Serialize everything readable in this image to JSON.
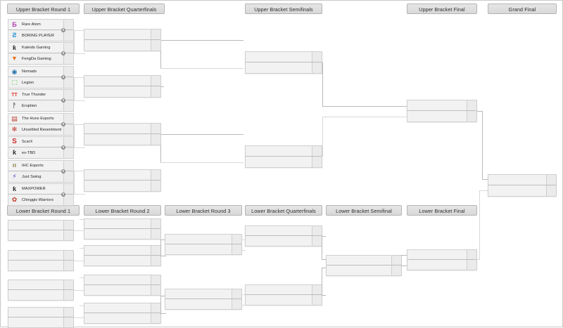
{
  "title": "Double Elimination Tournament Bracket",
  "theme": {
    "page_bg": "#ffffff",
    "header_bg": "#e0e0e0",
    "header_border": "#b4b4b4",
    "match_bg": "#f2f2f2",
    "match_border": "#cfcfcf",
    "line": "#b9b9b9",
    "text": "#1d1d1d"
  },
  "upper_bracket": {
    "rounds": [
      {
        "id": "ub-r1",
        "label": "Upper Bracket Round 1"
      },
      {
        "id": "ub-qf",
        "label": "Upper Bracket Quarterfinals"
      },
      {
        "id": "ub-sf",
        "label": "Upper Bracket Semifinals"
      },
      {
        "id": "ub-f",
        "label": "Upper Bracket Final"
      },
      {
        "id": "grand-f",
        "label": "Grand Final"
      }
    ]
  },
  "lower_bracket": {
    "rounds": [
      {
        "id": "lb-r1",
        "label": "Lower Bracket Round 1"
      },
      {
        "id": "lb-r2",
        "label": "Lower Bracket Round 2"
      },
      {
        "id": "lb-r3",
        "label": "Lower Bracket Round 3"
      },
      {
        "id": "lb-qf",
        "label": "Lower Bracket Quarterfinals"
      },
      {
        "id": "lb-sf",
        "label": "Lower Bracket Semifinal"
      },
      {
        "id": "lb-f",
        "label": "Lower Bracket Final"
      }
    ]
  },
  "round1_matches": [
    {
      "id": "m1",
      "info": "0",
      "teams": [
        {
          "name": "Rare Atom",
          "logo": "rare-atom-logo",
          "glyph": "Б",
          "color": "#b13fb1",
          "score": ""
        },
        {
          "name": "BORING PLAYER",
          "logo": "boring-player-logo",
          "glyph": "Ƨ",
          "color": "#1b1b1b",
          "score": ""
        }
      ]
    },
    {
      "id": "m2",
      "info": "0",
      "teams": [
        {
          "name": "Kaleido Gaming",
          "logo": "kaleido-gaming-logo",
          "glyph": "ƙ",
          "color": "#2b2b2b",
          "score": ""
        },
        {
          "name": "FengDa Gaming",
          "logo": "fengda-gaming-logo",
          "glyph": "▼",
          "color": "#e8701a",
          "score": ""
        }
      ]
    },
    {
      "id": "m3",
      "info": "0",
      "teams": [
        {
          "name": "Nomads",
          "logo": "nomads-logo",
          "glyph": "◉",
          "color": "#1e6fa8",
          "score": ""
        },
        {
          "name": "Legion",
          "logo": "legion-logo",
          "glyph": "⬚",
          "color": "#33cc33",
          "score": ""
        }
      ]
    },
    {
      "id": "m4",
      "info": "0",
      "teams": [
        {
          "name": "True Thunder",
          "logo": "true-thunder-logo",
          "glyph": "TT",
          "color": "#e03a2f",
          "score": ""
        },
        {
          "name": "Eruption",
          "logo": "eruption-logo",
          "glyph": "ᚨ",
          "color": "#5a5a5a",
          "score": ""
        }
      ]
    },
    {
      "id": "m5",
      "info": "0",
      "teams": [
        {
          "name": "The Huns Esports",
          "logo": "the-huns-esports-logo",
          "glyph": "▤",
          "color": "#c0392b",
          "score": ""
        },
        {
          "name": "Unsettled Resentment",
          "logo": "unsettled-resentment-logo",
          "glyph": "✻",
          "color": "#c0392b",
          "score": ""
        }
      ]
    },
    {
      "id": "m6",
      "info": "0",
      "teams": [
        {
          "name": "ScarX",
          "logo": "scarx-logo",
          "glyph": "S",
          "color": "#cc2b2b",
          "score": ""
        },
        {
          "name": "ex-TBD",
          "logo": "ex-tbd-logo",
          "glyph": "ƙ",
          "color": "#2b2b2b",
          "score": ""
        }
      ]
    },
    {
      "id": "m7",
      "info": "0",
      "teams": [
        {
          "name": "IHC Esports",
          "logo": "ihc-esports-logo",
          "glyph": "ⅠⅠ",
          "color": "#9a8a5a",
          "score": ""
        },
        {
          "name": "Just Swing",
          "logo": "just-swing-logo",
          "glyph": "⚡",
          "color": "#3b3bd0",
          "score": ""
        }
      ]
    },
    {
      "id": "m8",
      "info": "0",
      "teams": [
        {
          "name": "MAXPOWER",
          "logo": "maxpower-logo",
          "glyph": "ƙ",
          "color": "#2b2b2b",
          "score": ""
        },
        {
          "name": "Chinggis Warriors",
          "logo": "chinggis-warriors-logo",
          "glyph": "✿",
          "color": "#c0392b",
          "score": ""
        }
      ]
    }
  ],
  "empty_matches": {
    "ub_quarterfinals": [
      {
        "id": "ubqf1",
        "teams": [
          {
            "name": "",
            "score": ""
          },
          {
            "name": "",
            "score": ""
          }
        ]
      },
      {
        "id": "ubqf2",
        "teams": [
          {
            "name": "",
            "score": ""
          },
          {
            "name": "",
            "score": ""
          }
        ]
      },
      {
        "id": "ubqf3",
        "teams": [
          {
            "name": "",
            "score": ""
          },
          {
            "name": "",
            "score": ""
          }
        ]
      },
      {
        "id": "ubqf4",
        "teams": [
          {
            "name": "",
            "score": ""
          },
          {
            "name": "",
            "score": ""
          }
        ]
      }
    ],
    "ub_semifinals": [
      {
        "id": "ubsf1",
        "teams": [
          {
            "name": "",
            "score": ""
          },
          {
            "name": "",
            "score": ""
          }
        ]
      },
      {
        "id": "ubsf2",
        "teams": [
          {
            "name": "",
            "score": ""
          },
          {
            "name": "",
            "score": ""
          }
        ]
      }
    ],
    "ub_final": [
      {
        "id": "ubf1",
        "teams": [
          {
            "name": "",
            "score": ""
          },
          {
            "name": "",
            "score": ""
          }
        ]
      }
    ],
    "grand_final": [
      {
        "id": "gf1",
        "teams": [
          {
            "name": "",
            "score": ""
          },
          {
            "name": "",
            "score": ""
          }
        ]
      }
    ],
    "lb_round1": [
      {
        "id": "lbr1a",
        "teams": [
          {
            "name": "",
            "score": ""
          },
          {
            "name": "",
            "score": ""
          }
        ]
      },
      {
        "id": "lbr1b",
        "teams": [
          {
            "name": "",
            "score": ""
          },
          {
            "name": "",
            "score": ""
          }
        ]
      },
      {
        "id": "lbr1c",
        "teams": [
          {
            "name": "",
            "score": ""
          },
          {
            "name": "",
            "score": ""
          }
        ]
      },
      {
        "id": "lbr1d",
        "teams": [
          {
            "name": "",
            "score": ""
          },
          {
            "name": "",
            "score": ""
          }
        ]
      }
    ],
    "lb_round2": [
      {
        "id": "lbr2a",
        "teams": [
          {
            "name": "",
            "score": ""
          },
          {
            "name": "",
            "score": ""
          }
        ]
      },
      {
        "id": "lbr2b",
        "teams": [
          {
            "name": "",
            "score": ""
          },
          {
            "name": "",
            "score": ""
          }
        ]
      },
      {
        "id": "lbr2c",
        "teams": [
          {
            "name": "",
            "score": ""
          },
          {
            "name": "",
            "score": ""
          }
        ]
      },
      {
        "id": "lbr2d",
        "teams": [
          {
            "name": "",
            "score": ""
          },
          {
            "name": "",
            "score": ""
          }
        ]
      }
    ],
    "lb_round3": [
      {
        "id": "lbr3a",
        "teams": [
          {
            "name": "",
            "score": ""
          },
          {
            "name": "",
            "score": ""
          }
        ]
      },
      {
        "id": "lbr3b",
        "teams": [
          {
            "name": "",
            "score": ""
          },
          {
            "name": "",
            "score": ""
          }
        ]
      }
    ],
    "lb_quarterfinals": [
      {
        "id": "lbqf1",
        "teams": [
          {
            "name": "",
            "score": ""
          },
          {
            "name": "",
            "score": ""
          }
        ]
      },
      {
        "id": "lbqf2",
        "teams": [
          {
            "name": "",
            "score": ""
          },
          {
            "name": "",
            "score": ""
          }
        ]
      }
    ],
    "lb_semifinal": [
      {
        "id": "lbsf1",
        "teams": [
          {
            "name": "",
            "score": ""
          },
          {
            "name": "",
            "score": ""
          }
        ]
      }
    ],
    "lb_final": [
      {
        "id": "lbf1",
        "teams": [
          {
            "name": "",
            "score": ""
          },
          {
            "name": "",
            "score": ""
          }
        ]
      }
    ]
  }
}
